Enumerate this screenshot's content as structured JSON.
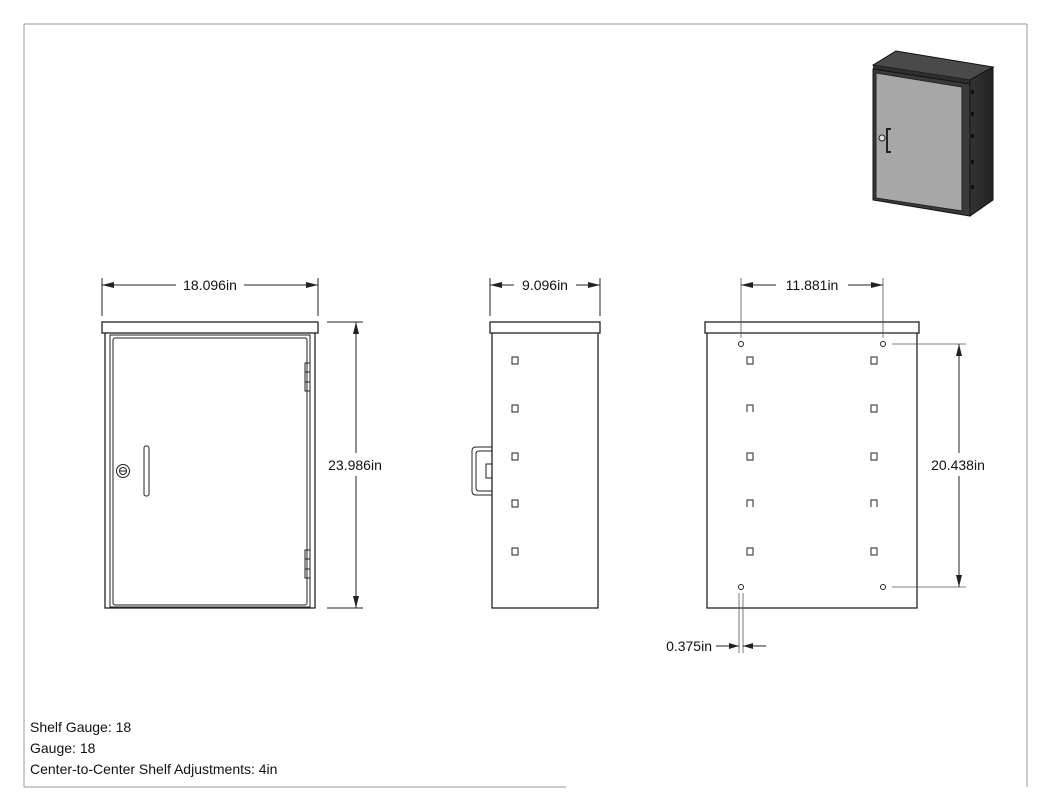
{
  "dimensions": {
    "front_width": "18.096in",
    "side_depth": "9.096in",
    "back_hole_spacing_horizontal": "11.881in",
    "overall_height": "23.986in",
    "back_hole_spacing_vertical": "20.438in",
    "hole_diameter": "0.375in"
  },
  "notes": [
    "Shelf Gauge: 18",
    "Gauge: 18",
    "Center-to-Center Shelf Adjustments: 4in"
  ]
}
